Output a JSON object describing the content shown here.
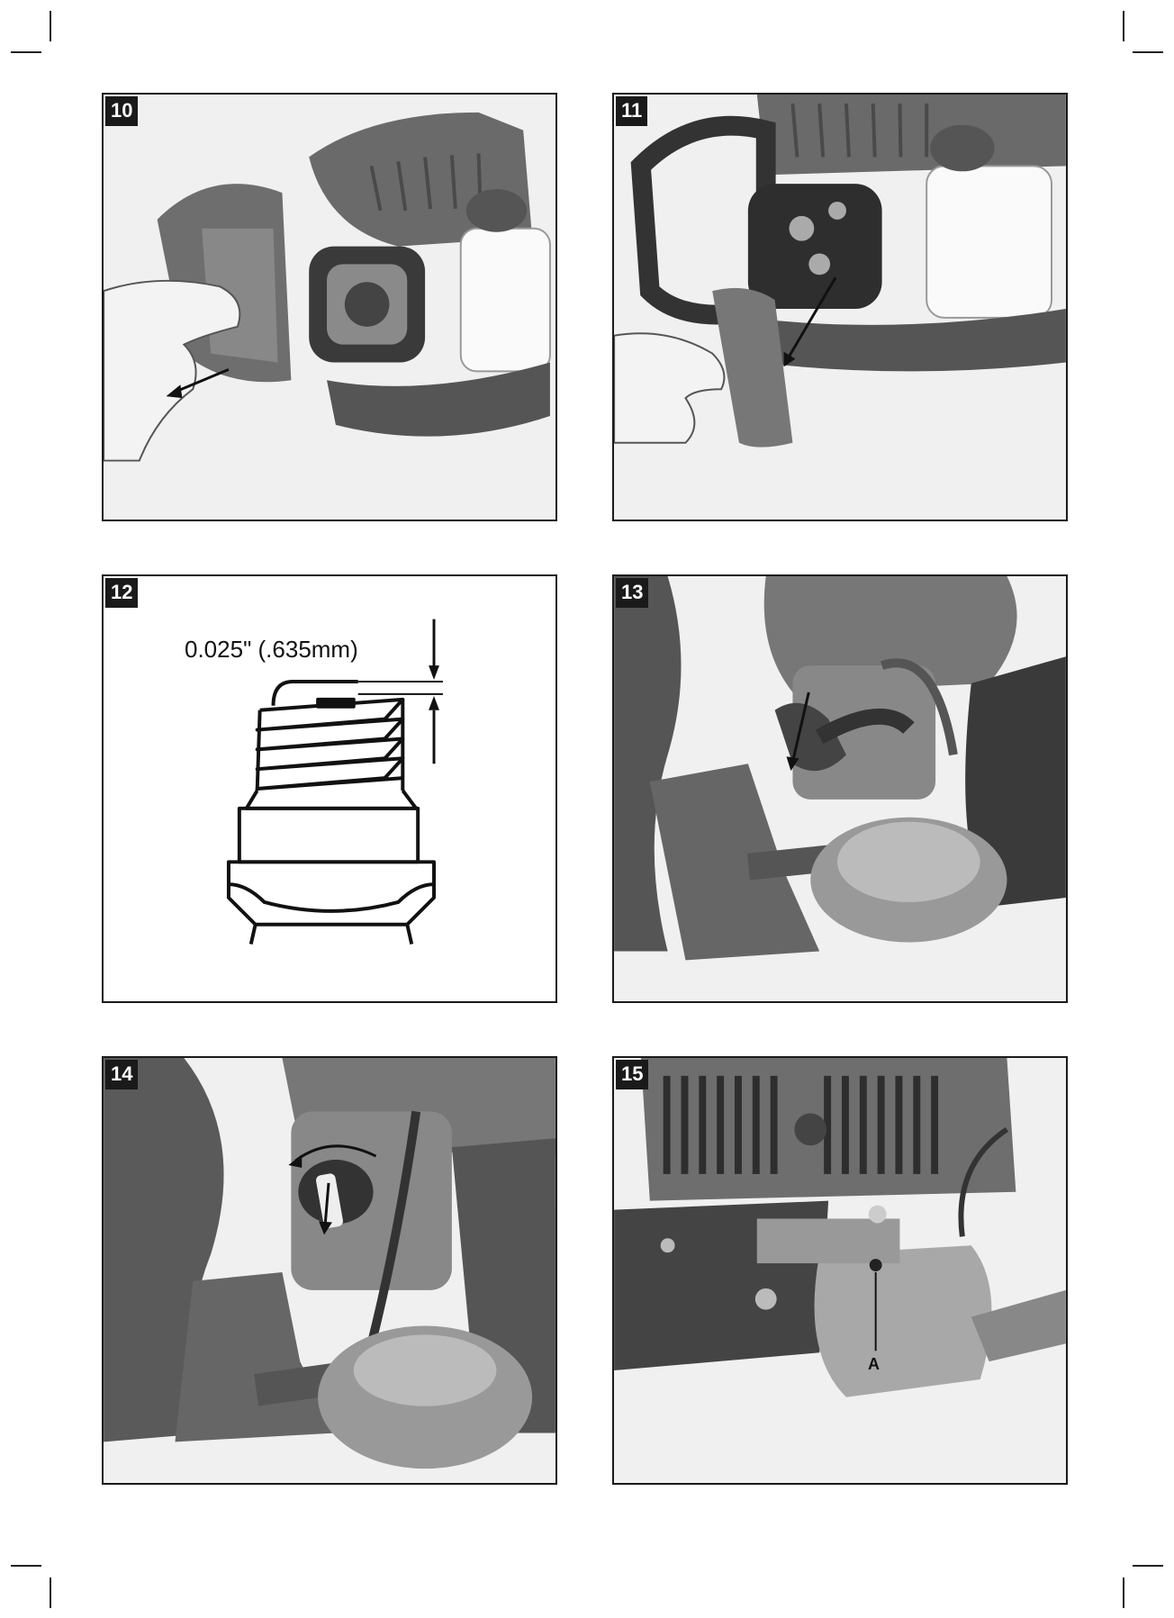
{
  "figures": [
    {
      "id": "fig-10",
      "number": "10"
    },
    {
      "id": "fig-11",
      "number": "11"
    },
    {
      "id": "fig-12",
      "number": "12",
      "gap_label": "0.025\" (.635mm)"
    },
    {
      "id": "fig-13",
      "number": "13"
    },
    {
      "id": "fig-14",
      "number": "14"
    },
    {
      "id": "fig-15",
      "number": "15",
      "callout": "A"
    }
  ]
}
